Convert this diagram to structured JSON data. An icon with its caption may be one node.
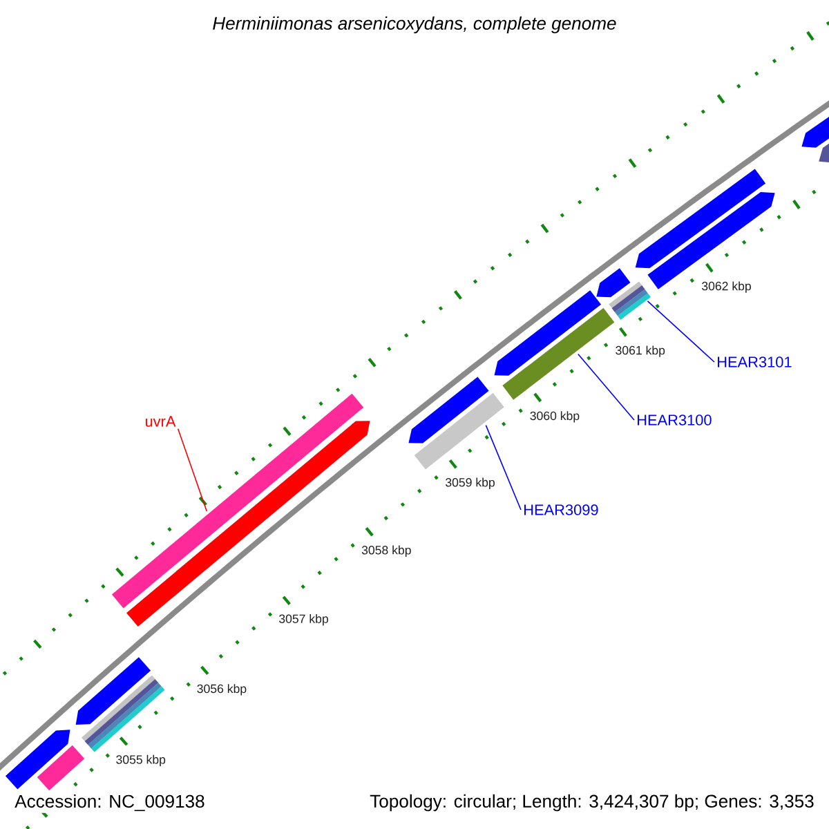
{
  "diagram": {
    "title": "Herminiimonas arsenicoxydans, complete genome",
    "nodes": [
      {
        "text": [],
        "shape": "bar"
      },
      {
        "text": [],
        "shape": "bar"
      },
      {
        "text": [],
        "shape": "bar"
      },
      {
        "text": [],
        "shape": "bar"
      },
      {
        "text": [
          "uvrA"
        ]
      },
      {
        "text": [],
        "shape": "bar"
      },
      {
        "text": [],
        "shape": "bar"
      },
      {
        "text": [],
        "shape": "bar"
      },
      {
        "text": [],
        "shape": "bar"
      },
      {
        "text": [
          "HEAR3099"
        ]
      },
      {
        "text": [],
        "shape": "bar"
      },
      {
        "text": [],
        "shape": "bar"
      },
      {
        "text": [
          "HEAR3100"
        ]
      },
      {
        "text": [],
        "shape": "bar"
      },
      {
        "text": [],
        "shape": "bar"
      },
      {
        "text": [
          "HEAR3101"
        ]
      },
      {
        "text": [],
        "shape": "bar"
      },
      {
        "text": [],
        "shape": "bar"
      },
      {
        "text": [],
        "shape": "bar"
      },
      {
        "text": [],
        "shape": "bar"
      }
    ],
    "edges": [
      {
        "from": 4,
        "to": 5,
        "arrow": "none",
        "color": "#ff0000"
      },
      {
        "from": 9,
        "to": 8,
        "arrow": "none"
      },
      {
        "from": 12,
        "to": 11,
        "arrow": "none"
      },
      {
        "from": 15,
        "to": 14,
        "arrow": "none"
      }
    ],
    "labels": [
      "3062 kbp",
      "3061 kbp",
      "3060 kbp",
      "3059 kbp",
      "3058 kbp",
      "3057 kbp",
      "3056 kbp",
      "3055 kbp",
      "Accession: NC_009138",
      "Topology: circular; Length: 3,424,307 bp; Genes: 3,353"
    ]
  }
}
